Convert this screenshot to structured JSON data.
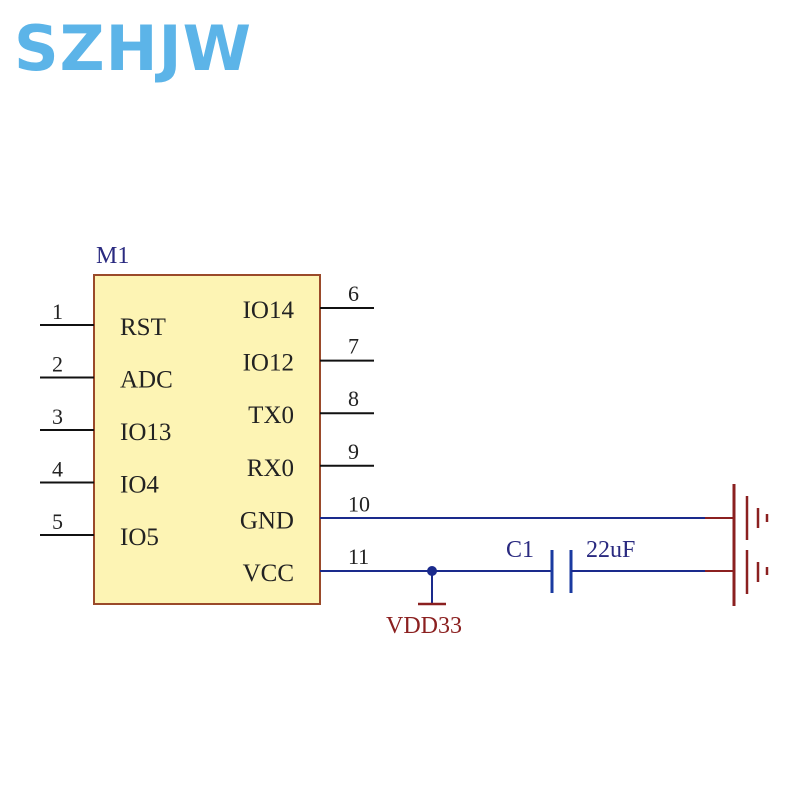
{
  "brand": {
    "text": "SZHJW",
    "color": "#5cb4e8"
  },
  "module": {
    "designator": "M1",
    "fill": "#fdf4b4",
    "border": "#9a4a2a",
    "left_pins": [
      {
        "number": "1",
        "label": "RST"
      },
      {
        "number": "2",
        "label": "ADC"
      },
      {
        "number": "3",
        "label": "IO13"
      },
      {
        "number": "4",
        "label": "IO4"
      },
      {
        "number": "5",
        "label": "IO5"
      }
    ],
    "right_pins": [
      {
        "number": "6",
        "label": "IO14"
      },
      {
        "number": "7",
        "label": "IO12"
      },
      {
        "number": "8",
        "label": "TX0"
      },
      {
        "number": "9",
        "label": "RX0"
      },
      {
        "number": "10",
        "label": "GND"
      },
      {
        "number": "11",
        "label": "VCC"
      }
    ]
  },
  "capacitor": {
    "designator": "C1",
    "value": "22uF"
  },
  "power_net": {
    "label": "VDD33"
  },
  "colors": {
    "wire": "#1a2a8c",
    "text": "#222222",
    "designator": "#2a2a80",
    "power": "#8b2020",
    "ground": "#8b2020",
    "capacitor": "#1a3aa0"
  }
}
